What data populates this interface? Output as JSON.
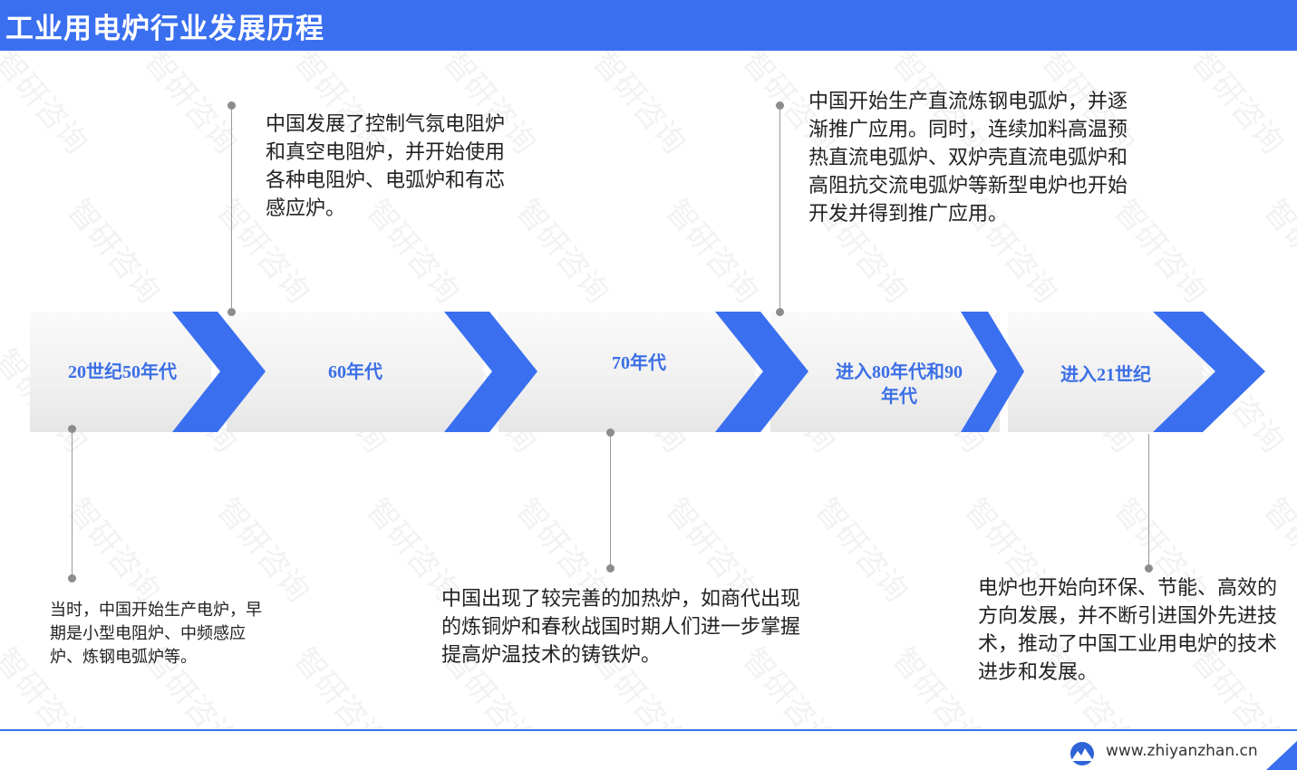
{
  "header": {
    "title": "工业用电炉行业发展历程"
  },
  "colors": {
    "accent": "#3a6ff0",
    "stage_text": "#3b6fe6",
    "band": "#f0f0f0"
  },
  "watermark": {
    "text": "智研咨询"
  },
  "stages": [
    {
      "label": "20世纪50年代",
      "description": "当时，中国开始生产电炉，早期是小型电阻炉、中频感应炉、炼钢电弧炉等。"
    },
    {
      "label": "60年代",
      "description": "中国发展了控制气氛电阻炉和真空电阻炉，并开始使用各种电阻炉、电弧炉和有芯感应炉。"
    },
    {
      "label": "70年代",
      "description": "中国出现了较完善的加热炉，如商代出现的炼铜炉和春秋战国时期人们进一步掌握提高炉温技术的铸铁炉。"
    },
    {
      "label": "进入80年代和90年代",
      "description": "中国开始生产直流炼钢电弧炉，并逐渐推广应用。同时，连续加料高温预热直流电弧炉、双炉壳直流电弧炉和高阻抗交流电弧炉等新型电炉也开始开发并得到推广应用。"
    },
    {
      "label": "进入21世纪",
      "description": "电炉也开始向环保、节能、高效的方向发展，并不断引进国外先进技术，推动了中国工业用电炉的技术进步和发展。"
    }
  ],
  "footer": {
    "url": "www.zhiyanzhan.cn",
    "logo_icon": "globe-logo-icon"
  }
}
